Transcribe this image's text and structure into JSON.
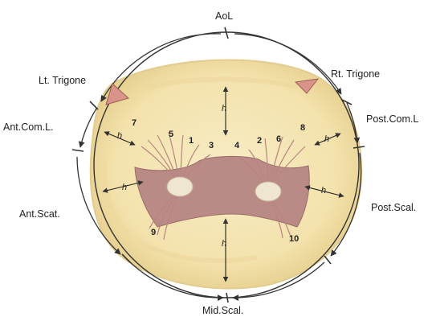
{
  "segments": {
    "ao": "AoL",
    "lt_trigone": "Lt. Trigone",
    "rt_trigone": "Rt. Trigone",
    "ant_com": "Ant.Com.L.",
    "post_com": "Post.Com.L",
    "ant_scal": "Ant.Scat.",
    "post_scal": "Post.Scal.",
    "mid_scal": "Mid.Scal."
  },
  "chord_numbers": [
    "1",
    "2",
    "3",
    "4",
    "5",
    "6",
    "7",
    "8",
    "9",
    "10"
  ],
  "height_marker": "h",
  "colors": {
    "annulus_fill": "#f5e8b8",
    "annulus_edge": "#e0c98a",
    "leaflet": "#b98a86",
    "chordae": "#c9a2a0",
    "papillary": "#efe6d2",
    "trigone": "#d89488",
    "lines": "#333333"
  }
}
